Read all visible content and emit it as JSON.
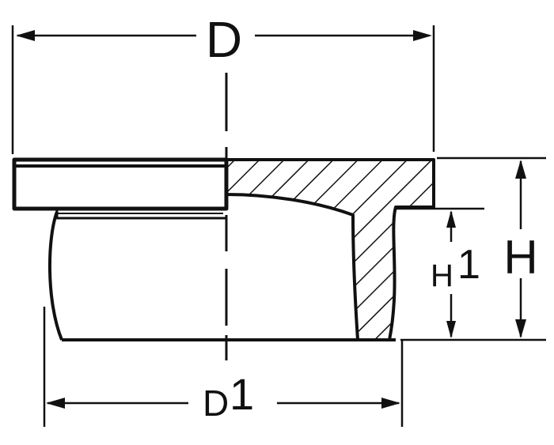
{
  "diagram": {
    "labels": {
      "D": "D",
      "D1_main": "D",
      "D1_sub": "1",
      "H": "H",
      "H1_main": "H",
      "H1_sub": "1"
    },
    "colors": {
      "ink": "#111111",
      "background": "#ffffff"
    }
  }
}
